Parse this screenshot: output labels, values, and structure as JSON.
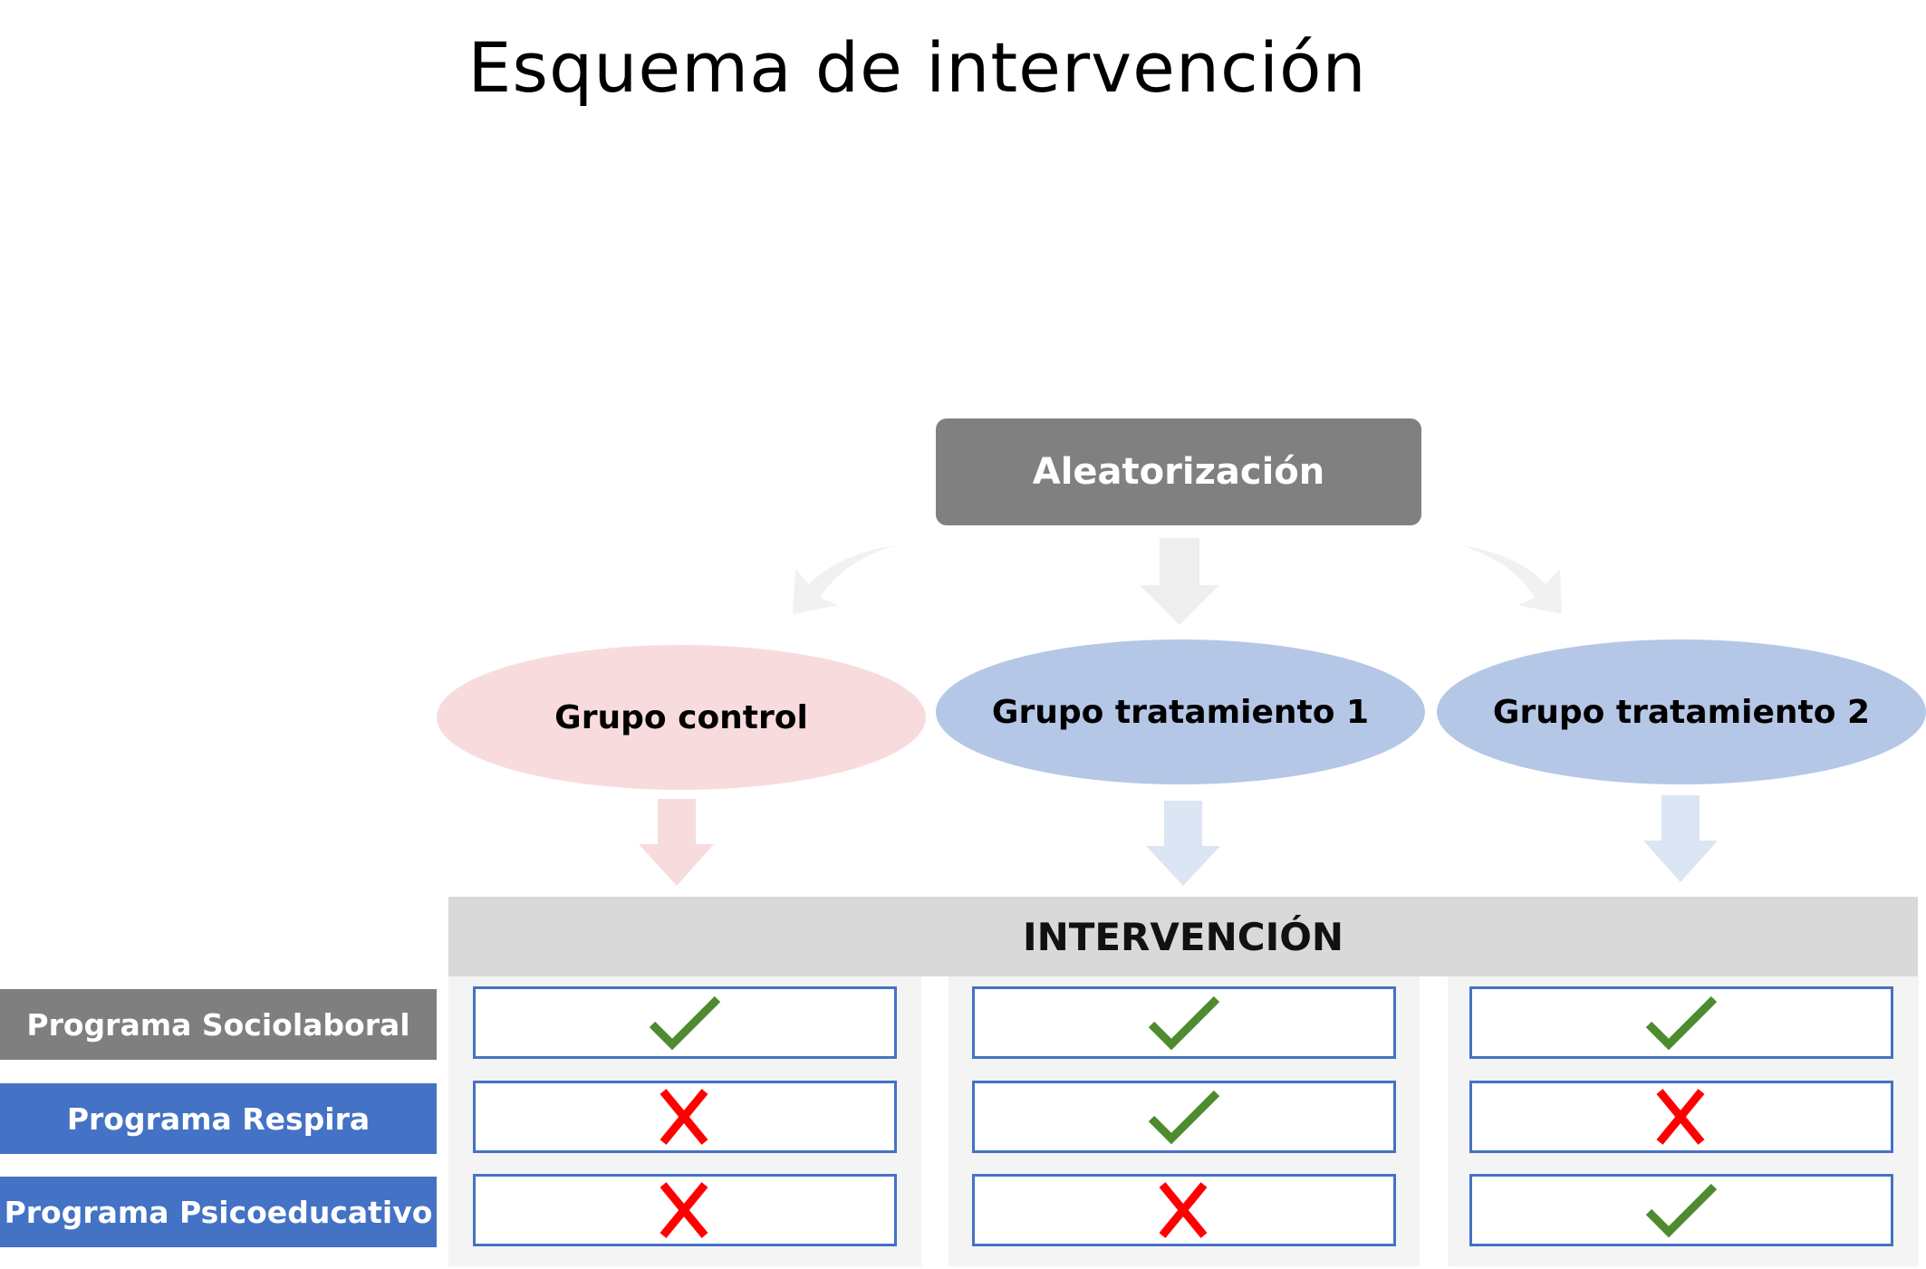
{
  "title": "Esquema de intervención",
  "randomization": {
    "label": "Aleatorización",
    "color": "#808080"
  },
  "groups": [
    {
      "label": "Grupo control",
      "color": "#f8dcdd"
    },
    {
      "label": "Grupo tratamiento 1",
      "color": "#b5c7e6"
    },
    {
      "label": "Grupo tratamiento 2",
      "color": "#b5c7e6"
    }
  ],
  "intervention": {
    "label": "INTERVENCIÓN",
    "color": "#d9d9d9"
  },
  "programs": [
    {
      "label": "Programa Sociolaboral",
      "color": "#7f7f7f"
    },
    {
      "label": "Programa Respira",
      "color": "#4472c4"
    },
    {
      "label": "Programa Psicoeducativo",
      "color": "#4472c4"
    }
  ],
  "matrix": [
    [
      "check",
      "check",
      "check"
    ],
    [
      "cross",
      "check",
      "cross"
    ],
    [
      "cross",
      "cross",
      "check"
    ]
  ],
  "icons": {
    "check": "check-icon",
    "cross": "cross-icon"
  },
  "colors": {
    "check": "#4e8b2f",
    "cross": "#ff0000"
  }
}
